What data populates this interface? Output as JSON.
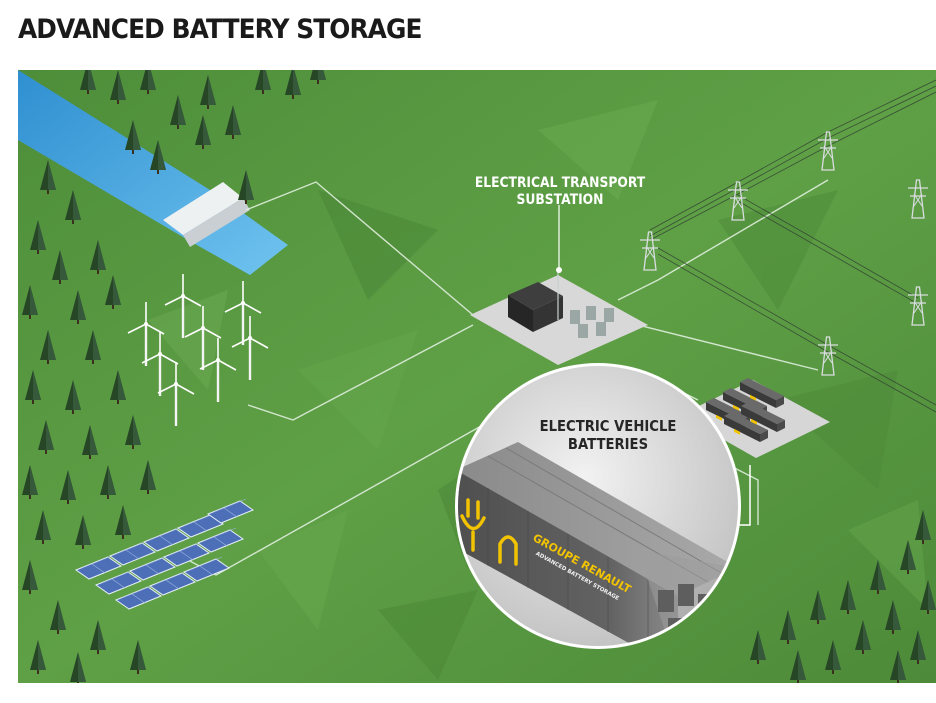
{
  "title": "ADVANCED BATTERY STORAGE",
  "labels": {
    "substation_line1": "ELECTRICAL TRANSPORT",
    "substation_line2": "SUBSTATION",
    "ev_line1": "ELECTRIC VEHICLE",
    "ev_line2": "BATTERIES"
  },
  "container": {
    "brand_line1": "GROUPE RENAULT",
    "brand_line2": "ADVANCED BATTERY STORAGE"
  },
  "colors": {
    "grass": "#5b9a43",
    "water": "#3aa0dd",
    "forest": "#2c4c2a",
    "accent": "#f2c300",
    "container": "#5d5d5d"
  },
  "icons": [
    "plug-icon",
    "u-turn-icon"
  ]
}
